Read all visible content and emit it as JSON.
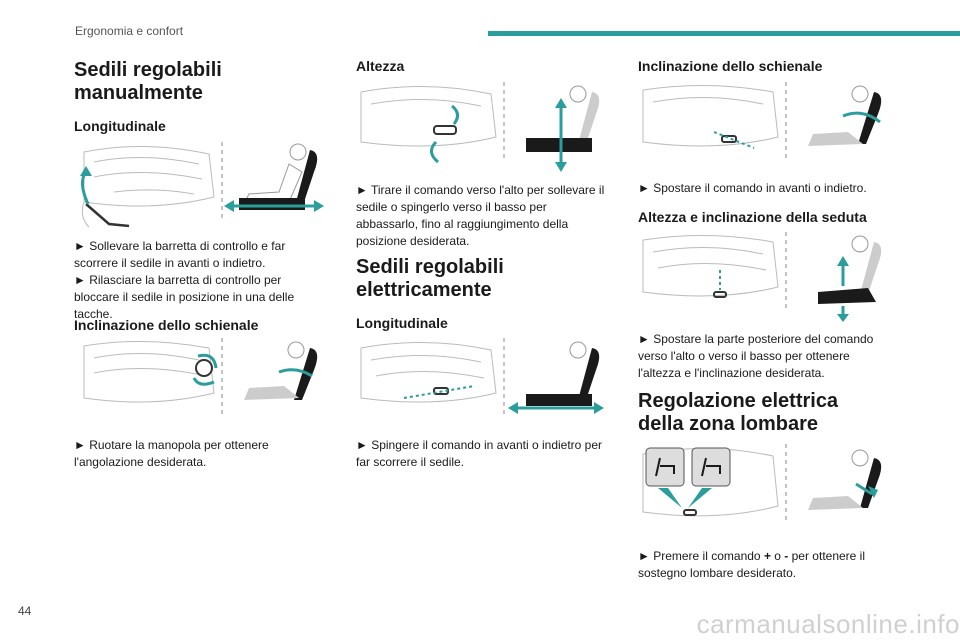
{
  "page": {
    "section": "Ergonomia e confort",
    "page_number": "44",
    "accent_color": "#2a9d9c",
    "watermark": "carmanualsonline.info"
  },
  "col1": {
    "title": "Sedili regolabili manualmente",
    "sub1": "Longitudinale",
    "text1a": "► Sollevare la barretta di controllo e far scorrere il sedile in avanti o indietro.",
    "text1b": "► Rilasciare la barretta di controllo per bloccare il sedile in posizione in una delle tacche.",
    "sub2": "Inclinazione dello schienale",
    "text2": "► Ruotare la manopola per ottenere l'angolazione desiderata."
  },
  "col2": {
    "sub1": "Altezza",
    "text1": "► Tirare il comando verso l'alto per sollevare il sedile o spingerlo verso il basso per abbassarlo, fino al raggiungimento della posizione desiderata.",
    "title": "Sedili regolabili elettricamente",
    "sub2": "Longitudinale",
    "text2": "► Spingere il comando in avanti o indietro per far scorrere il sedile."
  },
  "col3": {
    "sub1": "Inclinazione dello schienale",
    "text1": "► Spostare il comando in avanti o indietro.",
    "sub2": "Altezza e inclinazione della seduta",
    "text2": "► Spostare la parte posteriore del comando verso l'alto o verso il basso per ottenere l'altezza e l'inclinazione desiderata.",
    "title": "Regolazione elettrica della zona lombare",
    "text3_pre": "► Premere il comando ",
    "text3_plus": "+",
    "text3_mid": " o ",
    "text3_minus": "-",
    "text3_post": " per ottenere il sostegno lombare desiderato."
  }
}
